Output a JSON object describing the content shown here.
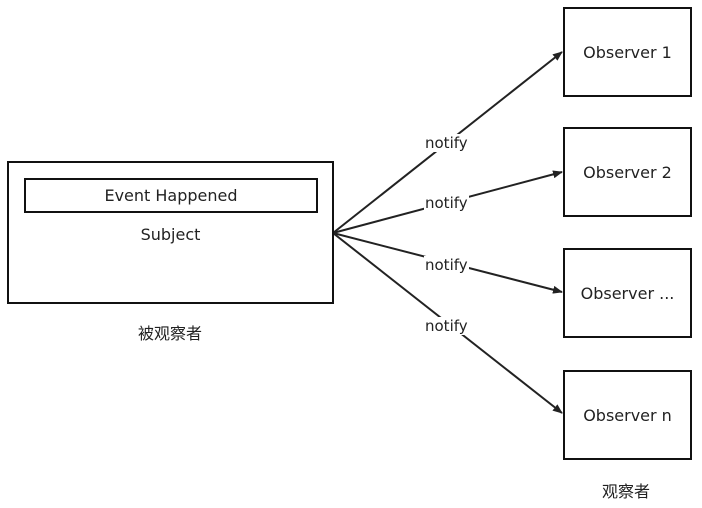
{
  "subject": {
    "event_label": "Event Happened",
    "title": "Subject",
    "caption": "被观察者"
  },
  "observers": [
    {
      "label": "Observer 1"
    },
    {
      "label": "Observer 2"
    },
    {
      "label": "Observer ..."
    },
    {
      "label": "Observer n"
    }
  ],
  "observers_caption": "观察者",
  "edge_label": "notify",
  "colors": {
    "stroke": "#111111",
    "text": "#222222"
  }
}
